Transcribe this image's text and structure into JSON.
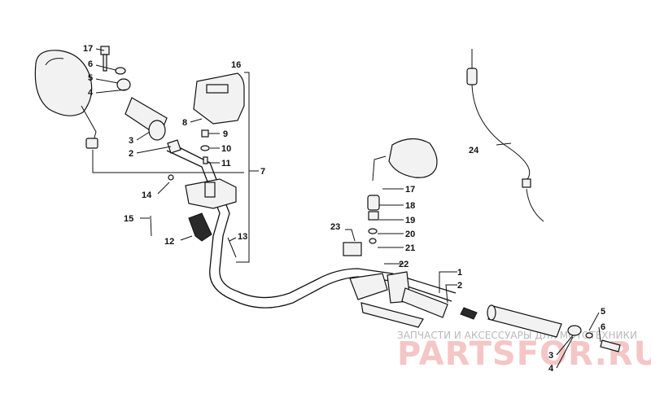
{
  "callouts": [
    {
      "id": "c17a",
      "text": "17"
    },
    {
      "id": "c6a",
      "text": "6"
    },
    {
      "id": "c5a",
      "text": "5"
    },
    {
      "id": "c4a",
      "text": "4"
    },
    {
      "id": "c3a",
      "text": "3"
    },
    {
      "id": "c2a",
      "text": "2"
    },
    {
      "id": "c16",
      "text": "16"
    },
    {
      "id": "c8",
      "text": "8"
    },
    {
      "id": "c9",
      "text": "9"
    },
    {
      "id": "c10",
      "text": "10"
    },
    {
      "id": "c11",
      "text": "11"
    },
    {
      "id": "c7",
      "text": "7"
    },
    {
      "id": "c14",
      "text": "14"
    },
    {
      "id": "c15",
      "text": "15"
    },
    {
      "id": "c12",
      "text": "12"
    },
    {
      "id": "c13",
      "text": "13"
    },
    {
      "id": "c24",
      "text": "24"
    },
    {
      "id": "c17b",
      "text": "17"
    },
    {
      "id": "c18",
      "text": "18"
    },
    {
      "id": "c19",
      "text": "19"
    },
    {
      "id": "c20",
      "text": "20"
    },
    {
      "id": "c21",
      "text": "21"
    },
    {
      "id": "c22",
      "text": "22"
    },
    {
      "id": "c23",
      "text": "23"
    },
    {
      "id": "c1",
      "text": "1"
    },
    {
      "id": "c2b",
      "text": "2"
    },
    {
      "id": "c5b",
      "text": "5"
    },
    {
      "id": "c6b",
      "text": "6"
    },
    {
      "id": "c3b",
      "text": "3"
    },
    {
      "id": "c4b",
      "text": "4"
    }
  ],
  "watermark": {
    "caption": "ЗАПЧАСТИ И АКСЕССУАРЫ ДЛЯ МОТОТЕХНИКИ",
    "brand": "PARTSFOR.RU"
  },
  "colors": {
    "line": "#111111",
    "watermark_text": "#b9b9b9",
    "watermark_brand": "#f4c6c6"
  }
}
